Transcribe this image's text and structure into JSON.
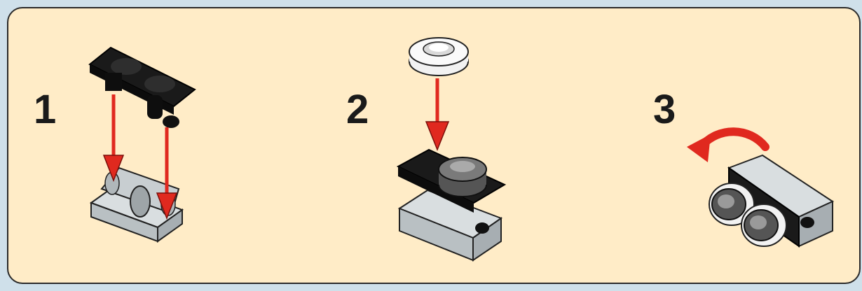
{
  "steps": [
    {
      "number": "1"
    },
    {
      "number": "2"
    },
    {
      "number": "3"
    }
  ],
  "colors": {
    "panel_background": "#ffecc7",
    "panel_border": "#2a2a2a",
    "outer_background": "#cfe0ea",
    "arrow_red": "#e0291f",
    "brick_gray": "#c8ced1",
    "plate_black": "#111111"
  },
  "icons": [
    "down-arrow-icon",
    "rotate-arrow-icon"
  ]
}
